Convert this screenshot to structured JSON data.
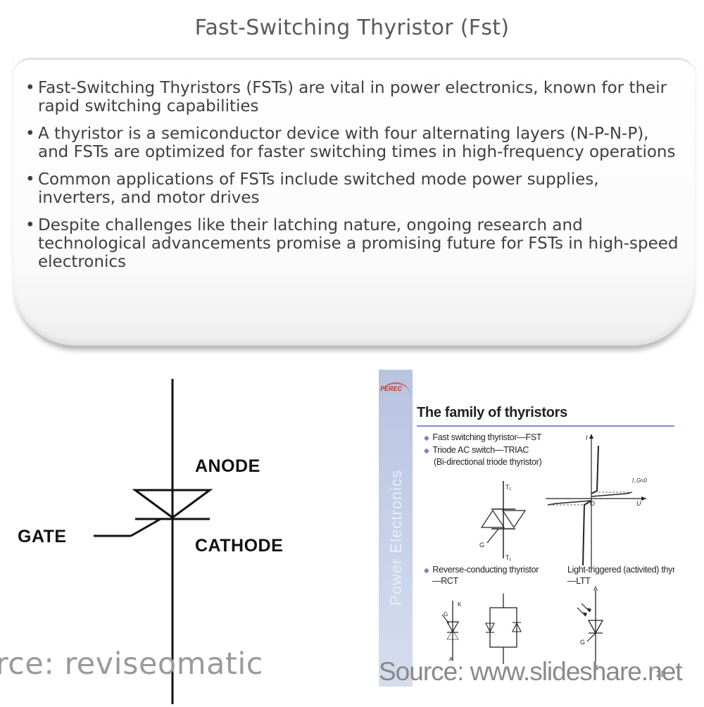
{
  "page": {
    "title": "Fast-Switching Thyristor (Fst)"
  },
  "bullets": [
    "Fast-Switching Thyristors (FSTs) are vital in power electronics, known for their rapid switching capabilities",
    "A thyristor is a semiconductor device with four alternating layers (N-P-N-P), and FSTs are optimized for faster switching times in high-frequency operations",
    "Common applications of FSTs include switched mode power supplies, inverters, and motor drives",
    "Despite challenges like their latching nature, ongoing research and technological advancements promise a promising future for FSTs in high-speed electronics"
  ],
  "symbol_figure": {
    "anode_label": "ANODE",
    "gate_label": "GATE",
    "cathode_label": "CATHODE",
    "source": "rce: reviseomatic"
  },
  "slide": {
    "logo": "PEREC",
    "side_text": "Power Electronics",
    "heading": "The family of thyristors",
    "item1": "Fast switching thyristor—FST",
    "item2": "Triode AC switch—TRIAC",
    "item2_sub": "(Bi-directional triode thyristor)",
    "item3_a": "Reverse-conducting thyristor",
    "item3_b": "—RCT",
    "item4_a": "Light-triggered (activited) thyristor",
    "item4_b": "—LTT",
    "label_t1": "T₁",
    "label_t2": "T₁",
    "label_g": "G",
    "label_i": "I",
    "label_v": "U",
    "label_o": "O",
    "label_ig": "I_G=0",
    "label_k": "K",
    "label_a": "A",
    "label_g2": "G",
    "label_g3": "G",
    "label_k2": "K",
    "label_a2": "A",
    "page_number": "28",
    "source": "Source: www.slideshare.net"
  },
  "colors": {
    "slide_sidebar": "#c4cfe8",
    "slide_rule": "#7d8fc4",
    "logo_red": "#c0392b"
  }
}
